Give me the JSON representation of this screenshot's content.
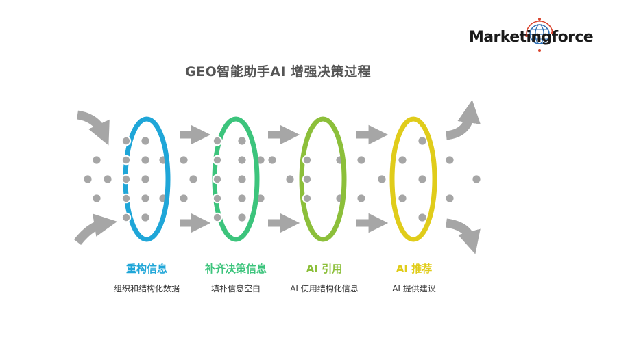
{
  "title": "GEO智能助手AI 增强决策过程",
  "logo": {
    "text": "Marketingforce",
    "accent_color": "#d9442e",
    "globe_color": "#2d6fb5"
  },
  "colors": {
    "dot": "#a6a6a6",
    "arrow": "#a6a6a6"
  },
  "stages": [
    {
      "title": "重构信息",
      "description": "组织和结构化数据",
      "color": "#1fa6d8"
    },
    {
      "title": "补齐决策信息",
      "description": "填补信息空白",
      "color": "#3cc47c"
    },
    {
      "title": "AI 引用",
      "description": "AI 使用结构化信息",
      "color": "#8cbf3a"
    },
    {
      "title": "AI 推荐",
      "description": "AI 提供建议",
      "color": "#e0cc1a"
    }
  ]
}
